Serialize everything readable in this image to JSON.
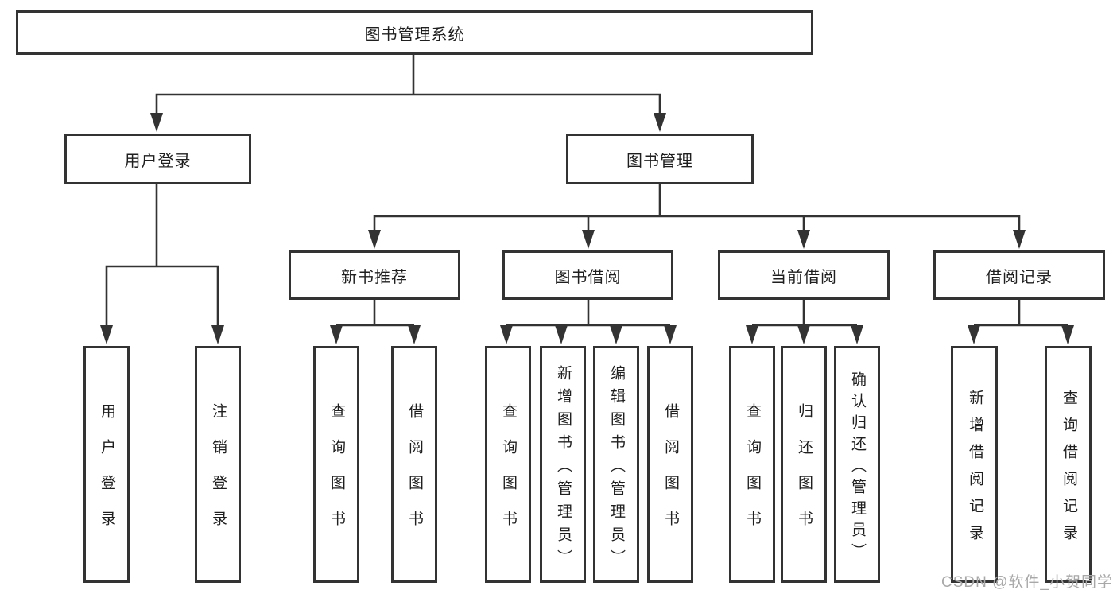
{
  "colors": {
    "line": "#333333",
    "text": "#1f1f1f",
    "watermark": "#a8a8a8",
    "background": "#ffffff"
  },
  "tree": {
    "root": "图书管理系统",
    "branches": [
      {
        "label": "用户登录",
        "children": [
          "用户登录",
          "注销登录"
        ]
      },
      {
        "label": "图书管理",
        "groups": [
          {
            "label": "新书推荐",
            "children": [
              "查询图书",
              "借阅图书"
            ]
          },
          {
            "label": "图书借阅",
            "children": [
              "查询图书",
              "新增图书（管理员）",
              "编辑图书（管理员）",
              "借阅图书"
            ]
          },
          {
            "label": "当前借阅",
            "children": [
              "查询图书",
              "归还图书",
              "确认归还（管理员）"
            ]
          },
          {
            "label": "借阅记录",
            "children": [
              "新增借阅记录",
              "查询借阅记录"
            ]
          }
        ]
      }
    ]
  },
  "watermark": "CSDN @软件_小贺同学"
}
